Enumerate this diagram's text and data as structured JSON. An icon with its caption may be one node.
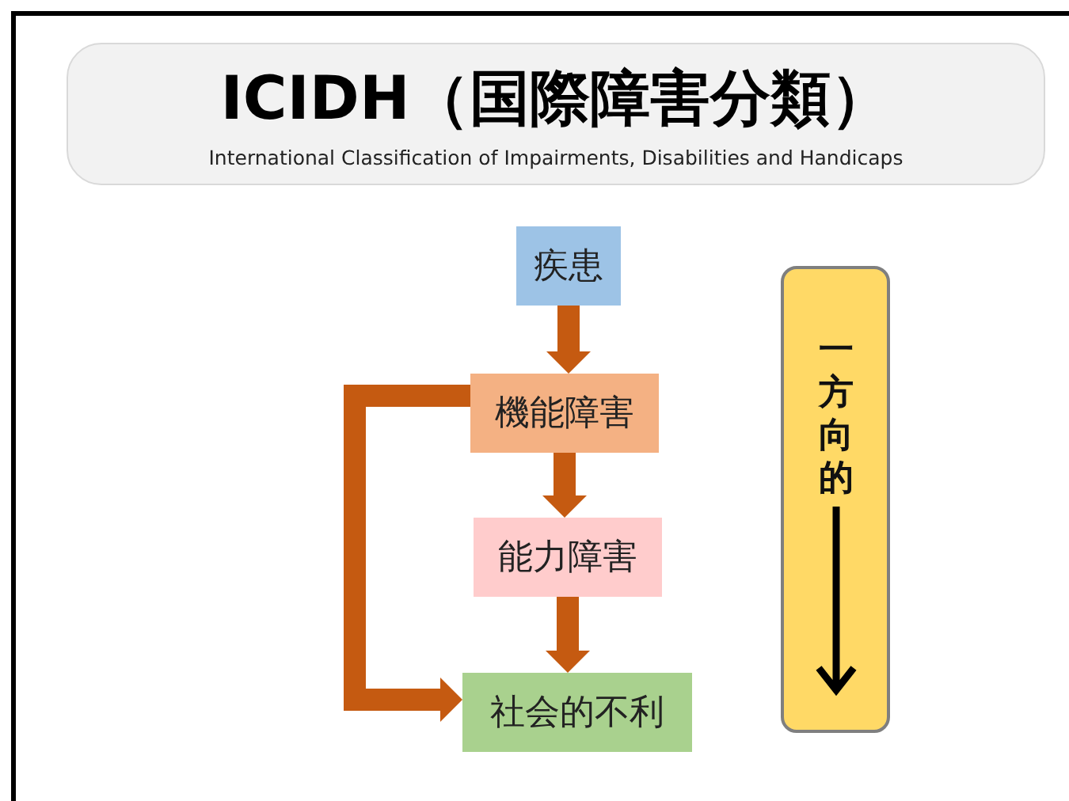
{
  "diagram": {
    "nodes": [
      {
        "text": [
          "ICIDH（国際障害分類）",
          "International Classification of Impairments, Disabilities and Handicaps"
        ]
      },
      {
        "text": [
          "疾患"
        ]
      },
      {
        "text": [
          "機能障害"
        ]
      },
      {
        "text": [
          "能力障害"
        ]
      },
      {
        "text": [
          "社会的不利"
        ]
      },
      {
        "text": [
          "一方向的"
        ]
      }
    ],
    "edges": [
      {
        "from": 1,
        "to": 2,
        "arrow": "to"
      },
      {
        "from": 2,
        "to": 3,
        "arrow": "to"
      },
      {
        "from": 3,
        "to": 4,
        "arrow": "to"
      },
      {
        "from": 2,
        "to": 4,
        "arrow": "to"
      }
    ]
  }
}
